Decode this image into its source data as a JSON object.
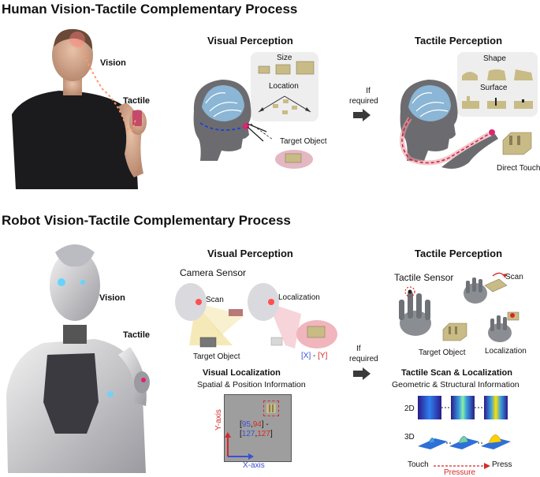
{
  "human": {
    "title": "Human Vision-Tactile Complementary Process",
    "vision_label": "Vision",
    "tactile_label": "Tactile",
    "visual": {
      "title": "Visual Perception",
      "size_label": "Size",
      "location_label": "Location",
      "target_label": "Target Object"
    },
    "if_required": [
      "If",
      "required"
    ],
    "tactile": {
      "title": "Tactile Perception",
      "shape_label": "Shape",
      "surface_label": "Surface",
      "direct_touch_label": "Direct Touch"
    }
  },
  "robot": {
    "title": "Robot Vision-Tactile Complementary Process",
    "vision_label": "Vision",
    "tactile_label": "Tactile",
    "visual": {
      "title": "Visual Perception",
      "camera_label": "Camera Sensor",
      "scan_label": "Scan",
      "localization_label": "Localization",
      "target_label": "Target Object",
      "xy_x": "[X]",
      "xy_dash": " - ",
      "xy_y": "[Y]",
      "vl_title": "Visual Localization",
      "vl_sub": "Spatial & Position Information",
      "coord_line1_open": "[",
      "coord_line1_x": "95",
      "coord_line1_comma": ",",
      "coord_line1_y": "94",
      "coord_line1_close": "] -",
      "coord_line2_open": "[",
      "coord_line2_x": "127",
      "coord_line2_comma": ",",
      "coord_line2_y": "127",
      "coord_line2_close": "]",
      "y_axis_label": "Y-axis",
      "x_axis_label": "X-axis"
    },
    "if_required": [
      "If",
      "required"
    ],
    "tactile": {
      "title": "Tactile Perception",
      "sensor_label": "Tactile Sensor",
      "scan_label": "Scan",
      "target_label": "Target Object",
      "localization_label": "Localization",
      "ts_title": "Tactile Scan & Localization",
      "ts_sub": "Geometric & Structural Information",
      "label_2d": "2D",
      "label_3d": "3D",
      "touch_label": "Touch",
      "press_label": "Press",
      "pressure_label": "Pressure"
    }
  },
  "colors": {
    "x_blue": "#3b4fd8",
    "y_red": "#d62828",
    "object_tan": "#c9bb86",
    "glow_pink": "#e8a0a8"
  }
}
